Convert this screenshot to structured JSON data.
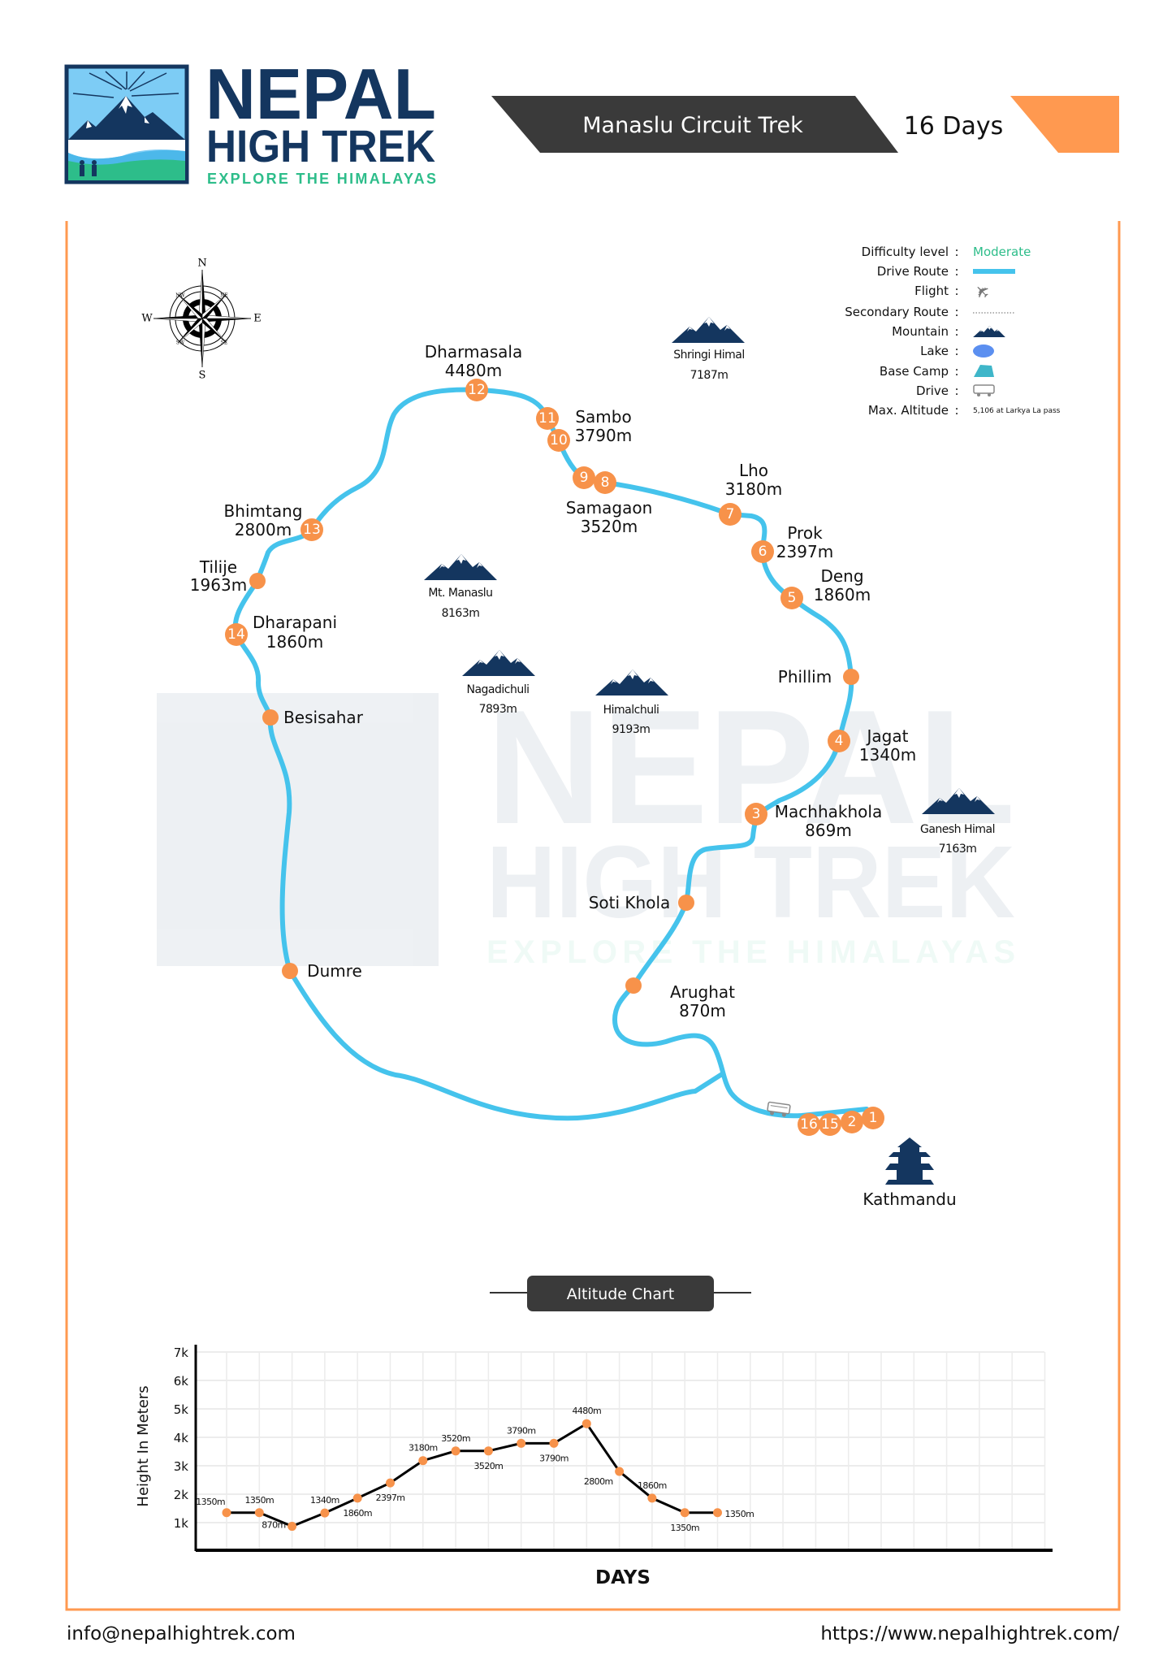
{
  "brand": {
    "line1": "NEPAL",
    "line2": "HIGH TREK",
    "tagline": "EXPLORE THE HIMALAYAS"
  },
  "header": {
    "trek_name": "Manaslu Circuit Trek",
    "duration": "16 Days"
  },
  "colors": {
    "navy": "#14365f",
    "green": "#2dbd8a",
    "orange": "#f7924a",
    "route": "#45c3ec",
    "banner": "#3a3a3a"
  },
  "legend": {
    "separator": ":",
    "difficulty_label": "Difficulty level",
    "difficulty_value": "Moderate",
    "drive_route": "Drive Route",
    "flight": "Flight",
    "secondary_route": "Secondary Route",
    "mountain": "Mountain",
    "lake": "Lake",
    "base_camp": "Base Camp",
    "drive": "Drive",
    "max_altitude_label": "Max. Altitude",
    "max_altitude_value": "5,106  at Larkya La pass"
  },
  "compass": {
    "n": "N",
    "s": "S",
    "e": "E",
    "w": "W",
    "ne": "NE",
    "nw": "NW",
    "se": "SE",
    "sw": "SW"
  },
  "places": {
    "dharmasala": {
      "name": "Dharmasala",
      "alt": "4480m"
    },
    "sambo": {
      "name": "Sambo",
      "alt": "3790m"
    },
    "samagaon": {
      "name": "Samagaon",
      "alt": "3520m"
    },
    "lho": {
      "name": "Lho",
      "alt": "3180m"
    },
    "prok": {
      "name": "Prok",
      "alt": "2397m"
    },
    "deng": {
      "name": "Deng",
      "alt": "1860m"
    },
    "phillim": {
      "name": "Phillim"
    },
    "jagat": {
      "name": "Jagat",
      "alt": "1340m"
    },
    "machhakhola": {
      "name": "Machhakhola",
      "alt": "869m"
    },
    "soti_khola": {
      "name": "Soti Khola"
    },
    "arughat": {
      "name": "Arughat",
      "alt": "870m"
    },
    "bhimtang": {
      "name": "Bhimtang",
      "alt": "2800m"
    },
    "tilije": {
      "name": "Tilije",
      "alt": "1963m"
    },
    "dharapani": {
      "name": "Dharapani",
      "alt": "1860m"
    },
    "besisahar": {
      "name": "Besisahar"
    },
    "dumre": {
      "name": "Dumre"
    },
    "kathmandu": {
      "name": "Kathmandu"
    }
  },
  "mountains": [
    {
      "name": "Shringi Himal",
      "alt": "7187m"
    },
    {
      "name": "Mt. Manaslu",
      "alt": "8163m"
    },
    {
      "name": "Nagadichuli",
      "alt": "7893m"
    },
    {
      "name": "Himalchuli",
      "alt": "9193m"
    },
    {
      "name": "Ganesh Himal",
      "alt": "7163m"
    }
  ],
  "days": [
    "1",
    "2",
    "3",
    "4",
    "5",
    "6",
    "7",
    "8",
    "9",
    "10",
    "11",
    "12",
    "13",
    "14",
    "15",
    "16"
  ],
  "watermark": {
    "line1": "NEPAL",
    "line2": "HIGH TREK",
    "tagline": "EXPLORE THE HIMALAYAS"
  },
  "chart_title": "Altitude Chart",
  "chart_data": {
    "type": "line",
    "title": "Altitude Chart",
    "xlabel": "DAYS",
    "ylabel": "Height In Meters",
    "ylim": [
      0,
      7000
    ],
    "yticks": [
      "1k",
      "2k",
      "3k",
      "4k",
      "5k",
      "6k",
      "7k"
    ],
    "x": [
      1,
      2,
      3,
      4,
      5,
      6,
      7,
      8,
      9,
      10,
      11,
      12,
      13,
      14,
      15,
      16
    ],
    "values": [
      1350,
      1350,
      870,
      1340,
      1860,
      2397,
      3180,
      3520,
      3520,
      3790,
      3790,
      4480,
      2800,
      1860,
      1350,
      1350
    ],
    "labels": [
      "1350m",
      "1350m",
      "870m",
      "1340m",
      "1860m",
      "2397m",
      "3180m",
      "3520m",
      "3520m",
      "3790m",
      "3790m",
      "4480m",
      "2800m",
      "1860m",
      "1350m",
      "1350m"
    ],
    "label_side": [
      "left",
      "above",
      "below",
      "above",
      "below",
      "below",
      "above",
      "above",
      "below",
      "above",
      "below",
      "above",
      "below",
      "above",
      "below",
      "right"
    ],
    "grid": true
  },
  "footer": {
    "email": "info@nepalhightrek.com",
    "url": "https://www.nepalhightrek.com/"
  }
}
